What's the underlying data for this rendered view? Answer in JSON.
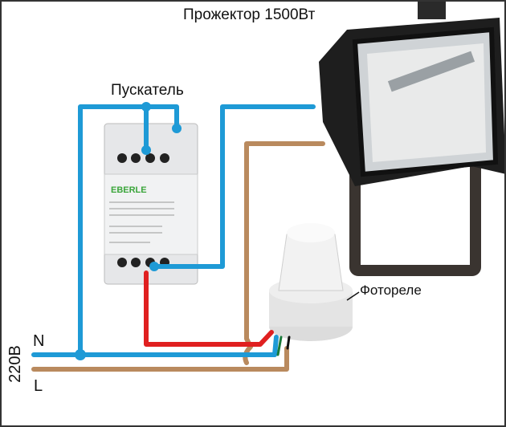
{
  "labels": {
    "floodlight": "Прожектор 1500Вт",
    "contactor": "Пускатель",
    "photo_relay": "Фотореле",
    "neutral": "N",
    "line": "L",
    "voltage": "220В"
  },
  "contactor_brand": "EBERLE",
  "colors": {
    "neutral_wire": "#1e9ad6",
    "line_wire": "#b98a5e",
    "switched_wire": "#e02020",
    "relay_green": "#1a7a3a"
  }
}
